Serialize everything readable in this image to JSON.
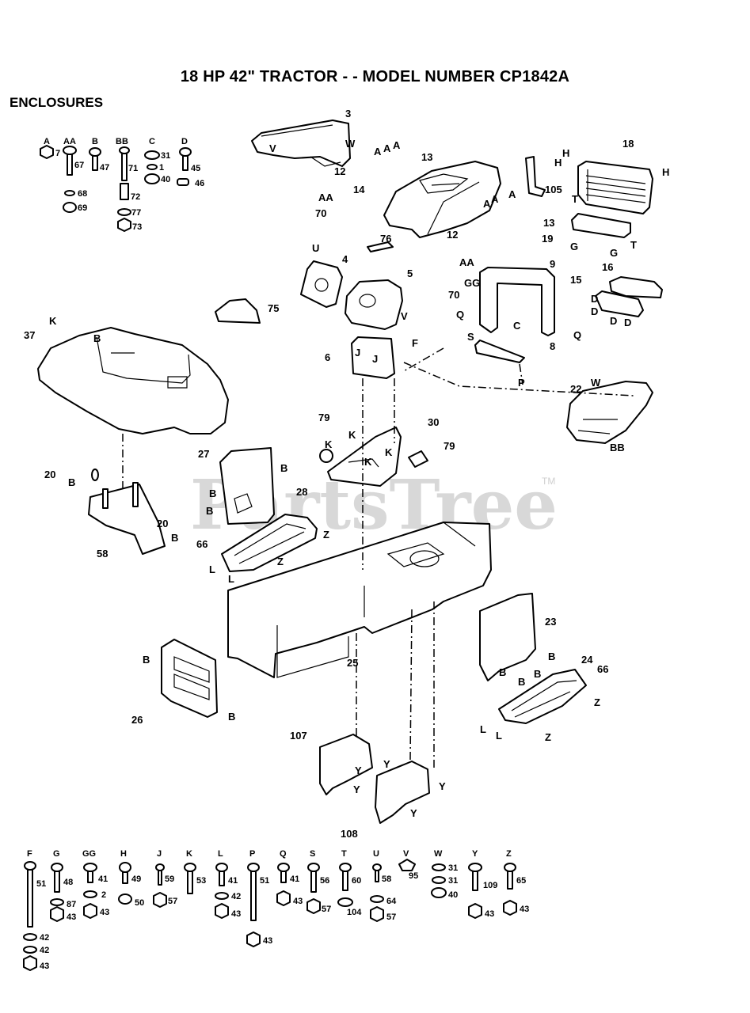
{
  "title": "18 HP 42\" TRACTOR - - MODEL NUMBER CP1842A",
  "section": "ENCLOSURES",
  "watermark": "PartsTree",
  "watermark_tm": "TM",
  "hardware_top": [
    {
      "letter": "A",
      "nums": [
        "7"
      ]
    },
    {
      "letter": "AA",
      "nums": [
        "67",
        "68",
        "69"
      ]
    },
    {
      "letter": "B",
      "nums": [
        "47"
      ]
    },
    {
      "letter": "BB",
      "nums": [
        "71",
        "72",
        "77",
        "73"
      ]
    },
    {
      "letter": "C",
      "nums": [
        "31",
        "1",
        "40"
      ]
    },
    {
      "letter": "D",
      "nums": [
        "45",
        "46"
      ]
    }
  ],
  "hardware_bottom": [
    {
      "letter": "F",
      "nums": [
        "51",
        "42",
        "42",
        "43"
      ]
    },
    {
      "letter": "G",
      "nums": [
        "48",
        "87",
        "43"
      ]
    },
    {
      "letter": "GG",
      "nums": [
        "41",
        "2",
        "43"
      ]
    },
    {
      "letter": "H",
      "nums": [
        "49",
        "50"
      ]
    },
    {
      "letter": "J",
      "nums": [
        "59",
        "57"
      ]
    },
    {
      "letter": "K",
      "nums": [
        "53"
      ]
    },
    {
      "letter": "L",
      "nums": [
        "41",
        "42",
        "43"
      ]
    },
    {
      "letter": "P",
      "nums": [
        "51",
        "43"
      ]
    },
    {
      "letter": "Q",
      "nums": [
        "41",
        "43"
      ]
    },
    {
      "letter": "S",
      "nums": [
        "56",
        "57"
      ]
    },
    {
      "letter": "T",
      "nums": [
        "60",
        "104"
      ]
    },
    {
      "letter": "U",
      "nums": [
        "58",
        "64",
        "57"
      ]
    },
    {
      "letter": "V",
      "nums": [
        "95"
      ]
    },
    {
      "letter": "W",
      "nums": [
        "31",
        "31",
        "40"
      ]
    },
    {
      "letter": "Y",
      "nums": [
        "109",
        "43"
      ]
    },
    {
      "letter": "Z",
      "nums": [
        "65",
        "43"
      ]
    }
  ],
  "callouts": {
    "c3": "3",
    "c18": "18",
    "c13a": "13",
    "c12a": "12",
    "c14": "14",
    "c70a": "70",
    "c105": "105",
    "c13b": "13",
    "c12b": "12",
    "c19": "19",
    "c76": "76",
    "c4": "4",
    "c5": "5",
    "c9": "9",
    "c16": "16",
    "c15": "15",
    "c70b": "70",
    "c75": "75",
    "c37": "37",
    "c6": "6",
    "c8": "8",
    "c22": "22",
    "c79a": "79",
    "c30": "30",
    "c79b": "79",
    "c27": "27",
    "c20a": "20",
    "c20b": "20",
    "c28": "28",
    "c58": "58",
    "c66a": "66",
    "c23": "23",
    "c25": "25",
    "c24": "24",
    "c66b": "66",
    "c26": "26",
    "c107": "107",
    "c108": "108"
  },
  "letters": {
    "V1": "V",
    "W1": "W",
    "A1": "A",
    "A2": "A",
    "A3": "A",
    "H1": "H",
    "H2": "H",
    "H3": "H",
    "AA1": "AA",
    "A4": "A",
    "A5": "A",
    "A6": "A",
    "T1": "T",
    "G1": "G",
    "G2": "G",
    "T2": "T",
    "U1": "U",
    "AA2": "AA",
    "GG1": "GG",
    "D1": "D",
    "D2": "D",
    "D3": "D",
    "D4": "D",
    "Q1": "Q",
    "C1": "C",
    "Q2": "Q",
    "V2": "V",
    "F1": "F",
    "S1": "S",
    "P1": "P",
    "K1": "K",
    "B1": "B",
    "J1": "J",
    "J2": "J",
    "W2": "W",
    "K2": "K",
    "K3": "K",
    "K4": "K",
    "K5": "K",
    "BB1": "BB",
    "B2": "B",
    "B3": "B",
    "B4": "B",
    "B5": "B",
    "B6": "B",
    "Z1": "Z",
    "Z2": "Z",
    "L1": "L",
    "L2": "L",
    "B7": "B",
    "B8": "B",
    "B9": "B",
    "B10": "B",
    "B11": "B",
    "B12": "B",
    "Z3": "Z",
    "L3": "L",
    "L4": "L",
    "Z4": "Z",
    "Y1": "Y",
    "Y2": "Y",
    "Y3": "Y",
    "Y4": "Y",
    "Y5": "Y"
  }
}
